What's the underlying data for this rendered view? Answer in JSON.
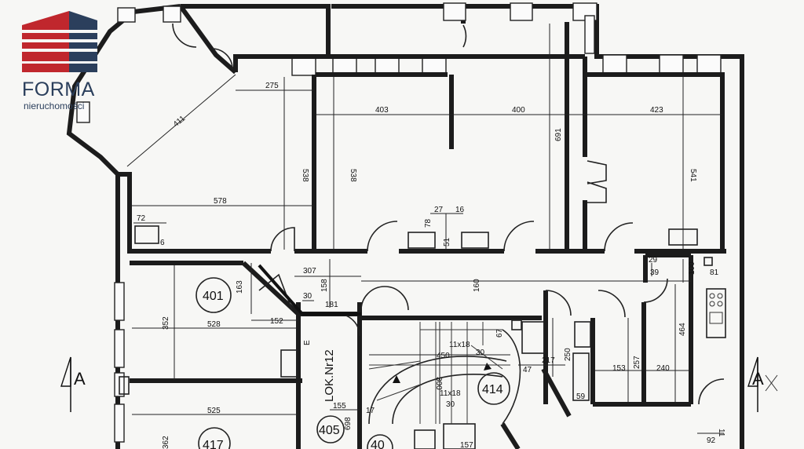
{
  "brand": {
    "name": "FORMA",
    "tagline": "nieruchomości",
    "colors": {
      "red": "#c0272d",
      "navy": "#2b3f5c"
    }
  },
  "plan": {
    "unit_label": "LOK.Nr12",
    "section_mark": "A",
    "rooms": [
      "401",
      "417",
      "405",
      "414",
      "40"
    ],
    "dimensions": {
      "d275": "275",
      "d411": "411",
      "d578": "578",
      "d72": "72",
      "d6": "6",
      "d538a": "538",
      "d538b": "538",
      "d403": "403",
      "d400": "400",
      "d691": "691",
      "d423": "423",
      "d541": "541",
      "d27": "27",
      "d16": "16",
      "d78": "78",
      "d51": "51",
      "d307": "307",
      "d158": "158",
      "d163": "163",
      "d30a": "30",
      "d181": "181",
      "d152": "152",
      "d528": "528",
      "d352": "352",
      "d160": "160",
      "d100": "100",
      "d29": "29",
      "d39": "39",
      "d81": "81",
      "d67": "67",
      "d11x18a": "11x18",
      "d450": "450",
      "d30b": "30",
      "d300": "300",
      "d11x18b": "11x18",
      "d30c": "30",
      "d47": "47",
      "d217": "217",
      "d250": "250",
      "d59": "59",
      "d153": "153",
      "d257": "257",
      "d240": "240",
      "d464": "464",
      "d525": "525",
      "d362": "362",
      "d155": "155",
      "d17": "17",
      "d698": "698",
      "d157": "157",
      "d92": "92",
      "d11": "11",
      "dE": "E"
    }
  }
}
